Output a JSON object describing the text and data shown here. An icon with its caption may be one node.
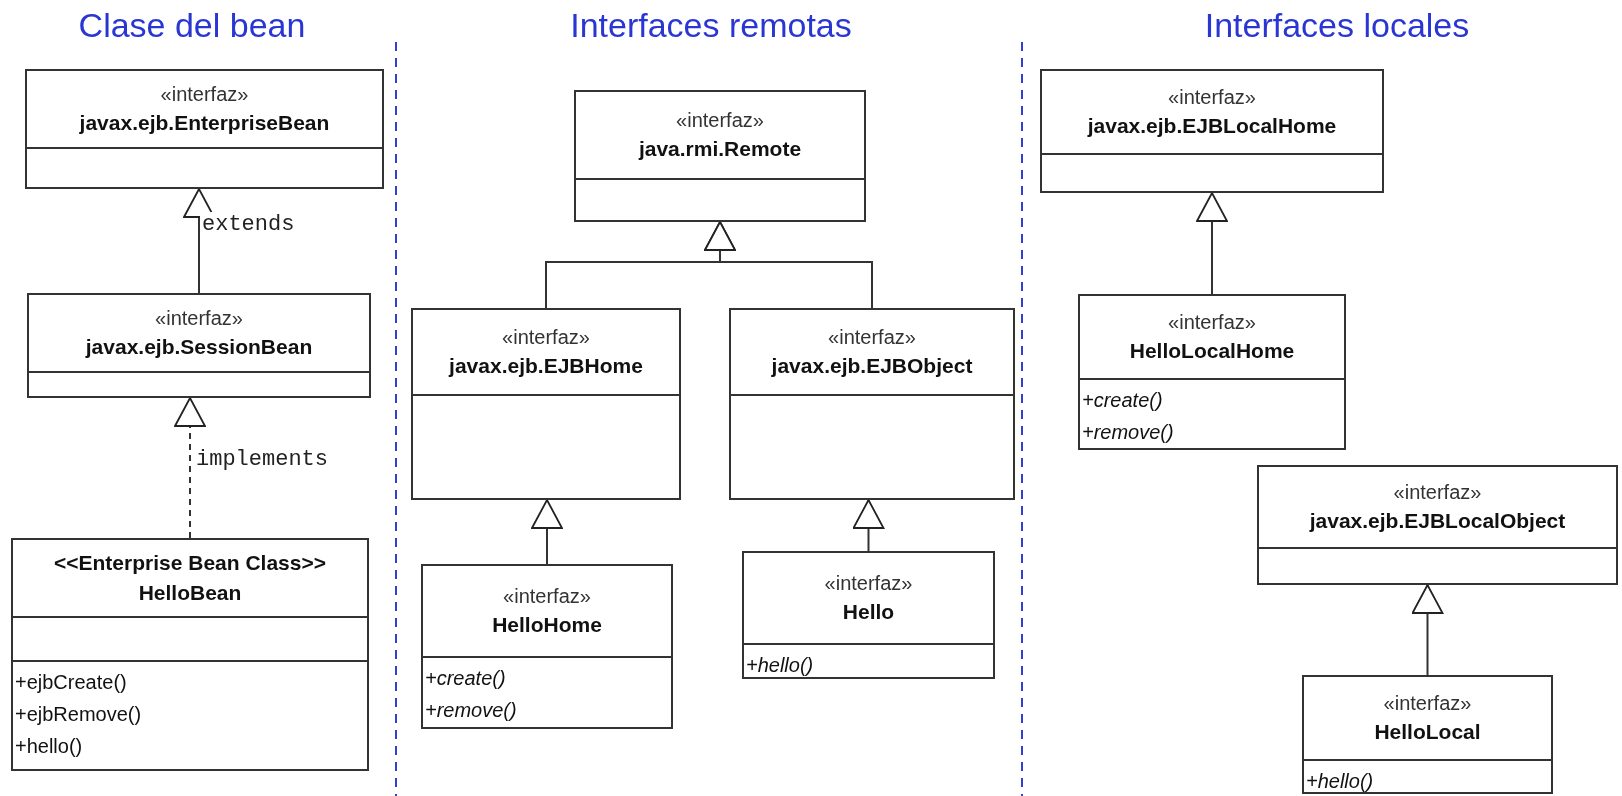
{
  "diagram": {
    "nodes": [
      {
        "text": [
          "«interfaz»",
          "javax.ejb.EnterpriseBean"
        ]
      },
      {
        "text": [
          "«interfaz»",
          "javax.ejb.SessionBean"
        ]
      },
      {
        "text": [
          "<<Enterprise Bean Class>>",
          "HelloBean",
          "+ejbCreate()",
          "+ejbRemove()",
          "+hello()"
        ]
      },
      {
        "text": [
          "«interfaz»",
          "java.rmi.Remote"
        ]
      },
      {
        "text": [
          "«interfaz»",
          "javax.ejb.EJBHome"
        ]
      },
      {
        "text": [
          "«interfaz»",
          "javax.ejb.EJBObject"
        ]
      },
      {
        "text": [
          "«interfaz»",
          "HelloHome",
          "+create()",
          "+remove()"
        ]
      },
      {
        "text": [
          "«interfaz»",
          "Hello",
          "+hello()"
        ]
      },
      {
        "text": [
          "«interfaz»",
          "javax.ejb.EJBLocalHome"
        ]
      },
      {
        "text": [
          "«interfaz»",
          "HelloLocalHome",
          "+create()",
          "+remove()"
        ]
      },
      {
        "text": [
          "«interfaz»",
          "javax.ejb.EJBLocalObject"
        ]
      },
      {
        "text": [
          "«interfaz»",
          "HelloLocal",
          "+hello()"
        ]
      }
    ],
    "edges": [
      {
        "from": 1,
        "to": 0,
        "arrow": "to",
        "label": "extends"
      },
      {
        "from": 2,
        "to": 1,
        "arrow": "to",
        "label": "implements",
        "style": "dashed"
      },
      {
        "from": 4,
        "to": 3,
        "arrow": "to"
      },
      {
        "from": 5,
        "to": 3,
        "arrow": "to"
      },
      {
        "from": 6,
        "to": 4,
        "arrow": "to"
      },
      {
        "from": 7,
        "to": 5,
        "arrow": "to"
      },
      {
        "from": 9,
        "to": 8,
        "arrow": "to"
      },
      {
        "from": 11,
        "to": 10,
        "arrow": "to"
      }
    ],
    "labels": [
      "Clase del bean",
      "Interfaces remotas",
      "Interfaces locales"
    ]
  }
}
